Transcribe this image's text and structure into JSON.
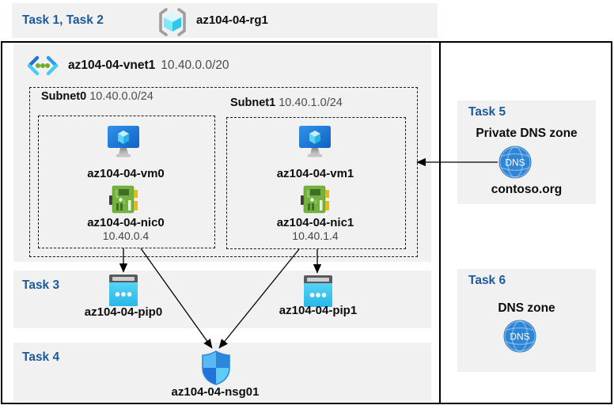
{
  "colors": {
    "task_label_blue": "#1b5a9a",
    "panel_gray": "#f1f1f1",
    "frame_black": "#000000",
    "secondary_text_gray": "#4d4d4d",
    "dns_circle_blue": "#2e86d8",
    "pip_body_cyan": "#35c3ee",
    "nic_body_green": "#72b23d",
    "vm_monitor_blue": "#2176d4",
    "shield_quadrants": [
      "#58b9f3",
      "#2e86dc",
      "#2273d6",
      "#5ecdf5"
    ]
  },
  "header": {
    "tasks_label": "Task 1, Task 2",
    "resource_group_name": "az104-04-rg1"
  },
  "vnet": {
    "name": "az104-04-vnet1",
    "cidr": "10.40.0.0/20",
    "subnets": [
      {
        "name": "Subnet0",
        "cidr": "10.40.0.0/24",
        "vm_name": "az104-04-vm0",
        "nic_name": "az104-04-nic0",
        "nic_ip": "10.40.0.4"
      },
      {
        "name": "Subnet1",
        "cidr": "10.40.1.0/24",
        "vm_name": "az104-04-vm1",
        "nic_name": "az104-04-nic1",
        "nic_ip": "10.40.1.4"
      }
    ]
  },
  "task3": {
    "label": "Task 3",
    "pip0_name": "az104-04-pip0",
    "pip1_name": "az104-04-pip1"
  },
  "task4": {
    "label": "Task 4",
    "nsg_name": "az104-04-nsg01"
  },
  "task5": {
    "label": "Task 5",
    "title": "Private DNS zone",
    "zone_name": "contoso.org",
    "dns_icon_text": "DNS"
  },
  "task6": {
    "label": "Task 6",
    "title": "DNS zone",
    "dns_icon_text": "DNS"
  }
}
